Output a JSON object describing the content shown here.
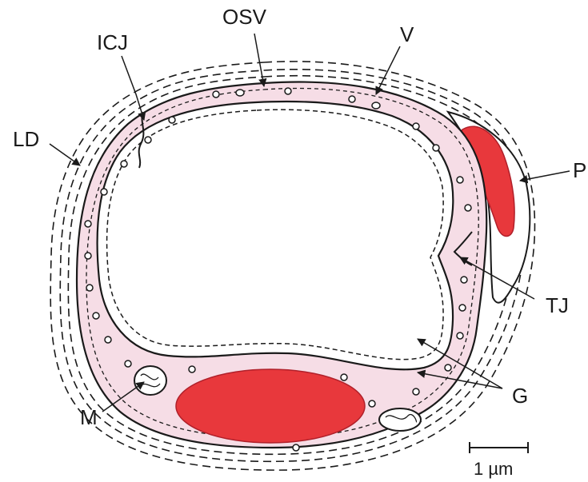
{
  "labels": {
    "osv": "OSV",
    "icj": "ICJ",
    "v": "V",
    "ld": "LD",
    "p": "P",
    "tj": "TJ",
    "g": "G",
    "m": "M"
  },
  "scale_bar": {
    "label": "1 µm"
  },
  "colors": {
    "cytoplasm": "#f6dde6",
    "nucleus": "#e8383c",
    "line": "#1a1a1a",
    "background": "#ffffff"
  }
}
